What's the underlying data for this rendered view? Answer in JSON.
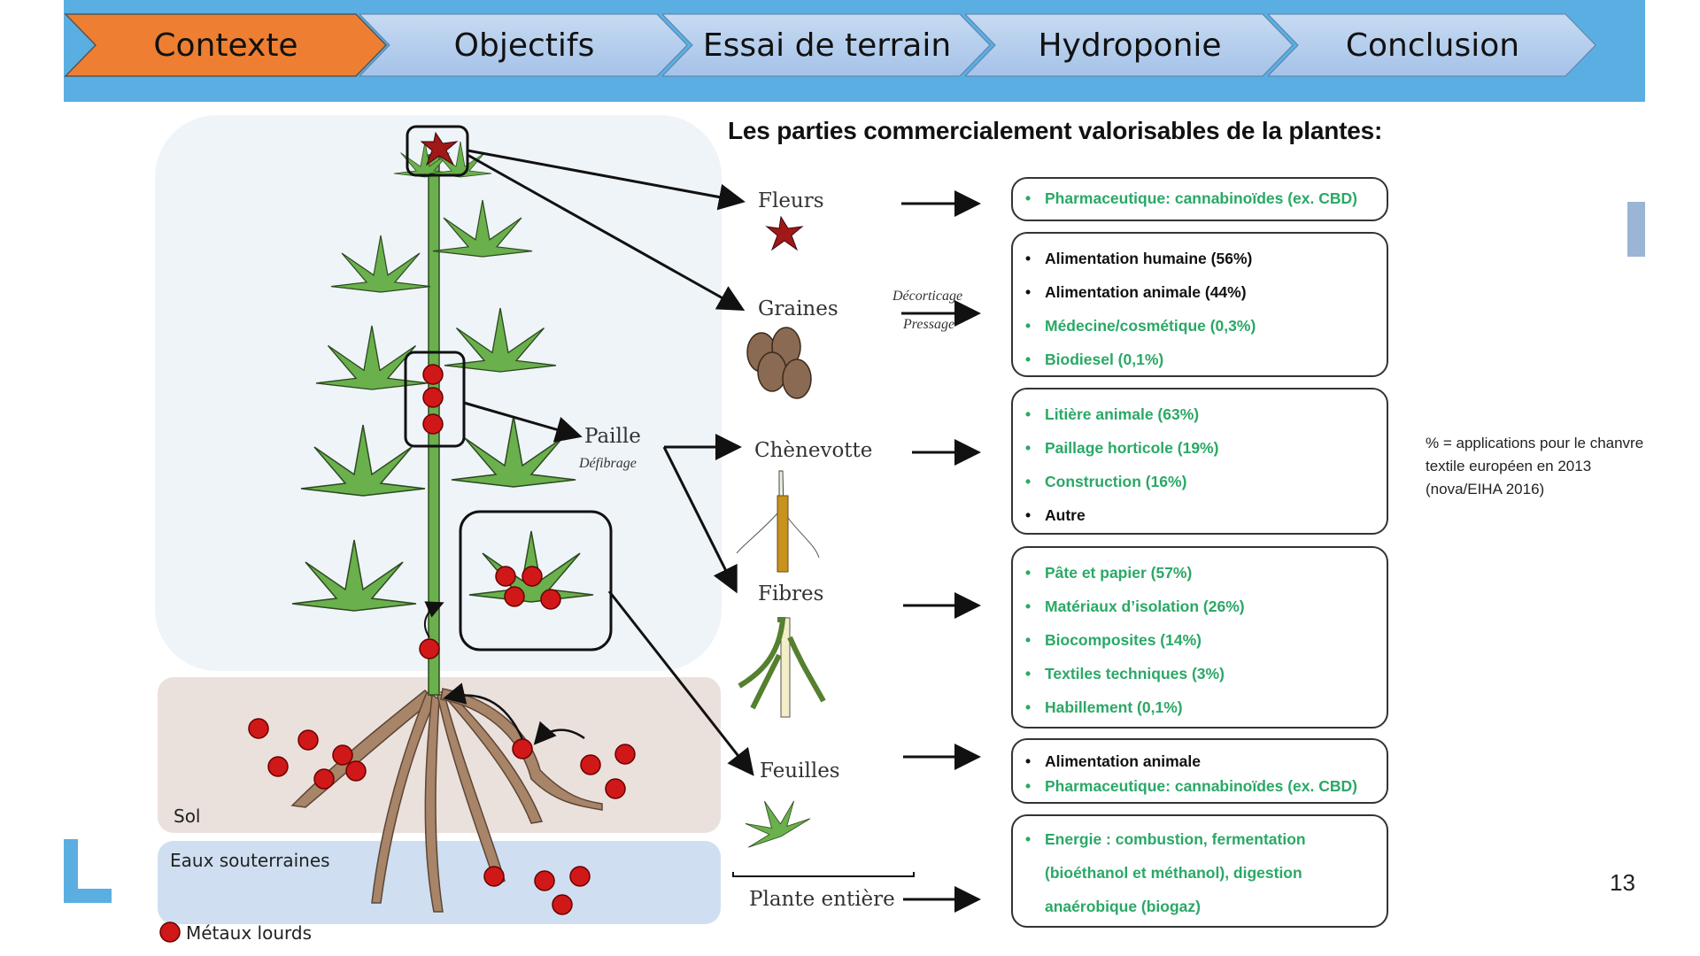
{
  "nav": {
    "steps": [
      {
        "label": "Contexte",
        "active": true
      },
      {
        "label": "Objectifs",
        "active": false
      },
      {
        "label": "Essai de terrain",
        "active": false
      },
      {
        "label": "Hydroponie",
        "active": false
      },
      {
        "label": "Conclusion",
        "active": false
      }
    ],
    "colors": {
      "band": "#5aaee2",
      "active": "#ee7f32",
      "inactive": "#b6cfee"
    }
  },
  "title": "Les parties commercialement valorisables de la plantes:",
  "diagram": {
    "zones": {
      "sol": "Sol",
      "eaux": "Eaux souterraines"
    },
    "legend": {
      "marker": "ML",
      "label": "Métaux lourds"
    },
    "paille": {
      "label": "Paille",
      "process": "Défibrage"
    },
    "parts": {
      "fleurs": "Fleurs",
      "graines": "Graines",
      "graines_process_top": "Décorticage",
      "graines_process_bottom": "Pressage",
      "chenevotte": "Chènevotte",
      "fibres": "Fibres",
      "feuilles": "Feuilles",
      "plante": "Plante entière"
    }
  },
  "uses": {
    "fleurs": [
      {
        "text": "Pharmaceutique: cannabinoïdes (ex. CBD)",
        "color": "green"
      }
    ],
    "graines": [
      {
        "text": "Alimentation humaine (56%)",
        "color": "black"
      },
      {
        "text": "Alimentation animale (44%)",
        "color": "black"
      },
      {
        "text": "Médecine/cosmétique (0,3%)",
        "color": "green"
      },
      {
        "text": "Biodiesel (0,1%)",
        "color": "green"
      }
    ],
    "chenevotte": [
      {
        "text": "Litière animale (63%)",
        "color": "green"
      },
      {
        "text": "Paillage horticole (19%)",
        "color": "green"
      },
      {
        "text": "Construction (16%)",
        "color": "green"
      },
      {
        "text": "Autre",
        "color": "black"
      }
    ],
    "fibres": [
      {
        "text": "Pâte et papier (57%)",
        "color": "green"
      },
      {
        "text": "Matériaux d’isolation (26%)",
        "color": "green"
      },
      {
        "text": "Biocomposites (14%)",
        "color": "green"
      },
      {
        "text": "Textiles techniques (3%)",
        "color": "green"
      },
      {
        "text": "Habillement (0,1%)",
        "color": "green"
      }
    ],
    "feuilles": [
      {
        "text": "Alimentation animale",
        "color": "black"
      },
      {
        "text": "Pharmaceutique: cannabinoïdes (ex. CBD)",
        "color": "green"
      }
    ],
    "plante": [
      {
        "text": "Energie : combustion, fermentation",
        "color": "green"
      },
      {
        "text": "(bioéthanol et méthanol), digestion",
        "color": "green"
      },
      {
        "text": "anaérobique (biogaz)",
        "color": "green"
      }
    ]
  },
  "note": "% = applications pour le chanvre textile européen en 2013 (nova/EIHA 2016)",
  "page_number": "13",
  "colors": {
    "green_text": "#2aa866",
    "ml_red": "#d01818",
    "leaf": "#6ab04c",
    "root": "#a88468"
  }
}
